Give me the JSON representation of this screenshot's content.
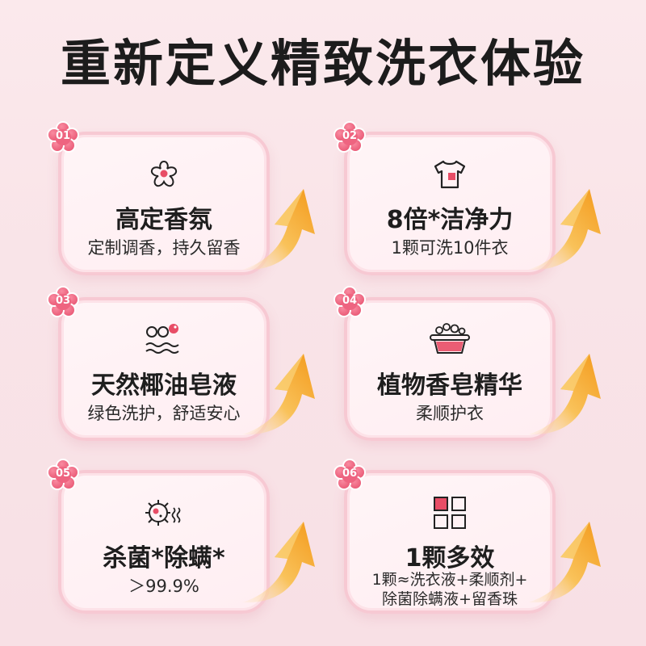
{
  "title": "重新定义精致洗衣体验",
  "features": [
    {
      "num": "01",
      "icon": "flower-icon",
      "heading": "高定香氛",
      "sub": "定制调香，持久留香"
    },
    {
      "num": "02",
      "icon": "tshirt-icon",
      "heading": "8倍*洁净力",
      "sub": "1颗可洗10件衣"
    },
    {
      "num": "03",
      "icon": "bubbles-water-icon",
      "heading": "天然椰油皂液",
      "sub": "绿色洗护，舒适安心"
    },
    {
      "num": "04",
      "icon": "wash-basin-icon",
      "heading": "植物香皂精华",
      "sub": "柔顺护衣"
    },
    {
      "num": "05",
      "icon": "germ-icon",
      "heading": "杀菌*除螨*",
      "sub": "＞99.9%"
    },
    {
      "num": "06",
      "icon": "grid-icon",
      "heading": "1颗多效",
      "sub_line1": "1颗≈洗衣液+柔顺剂+",
      "sub_line2": "除菌除螨液+留香珠"
    }
  ],
  "colors": {
    "accent_pink": "#e84d66",
    "badge_pink": "#f0748a",
    "arrow_gold": "#f5a623",
    "card_border": "#f7c9d3"
  }
}
